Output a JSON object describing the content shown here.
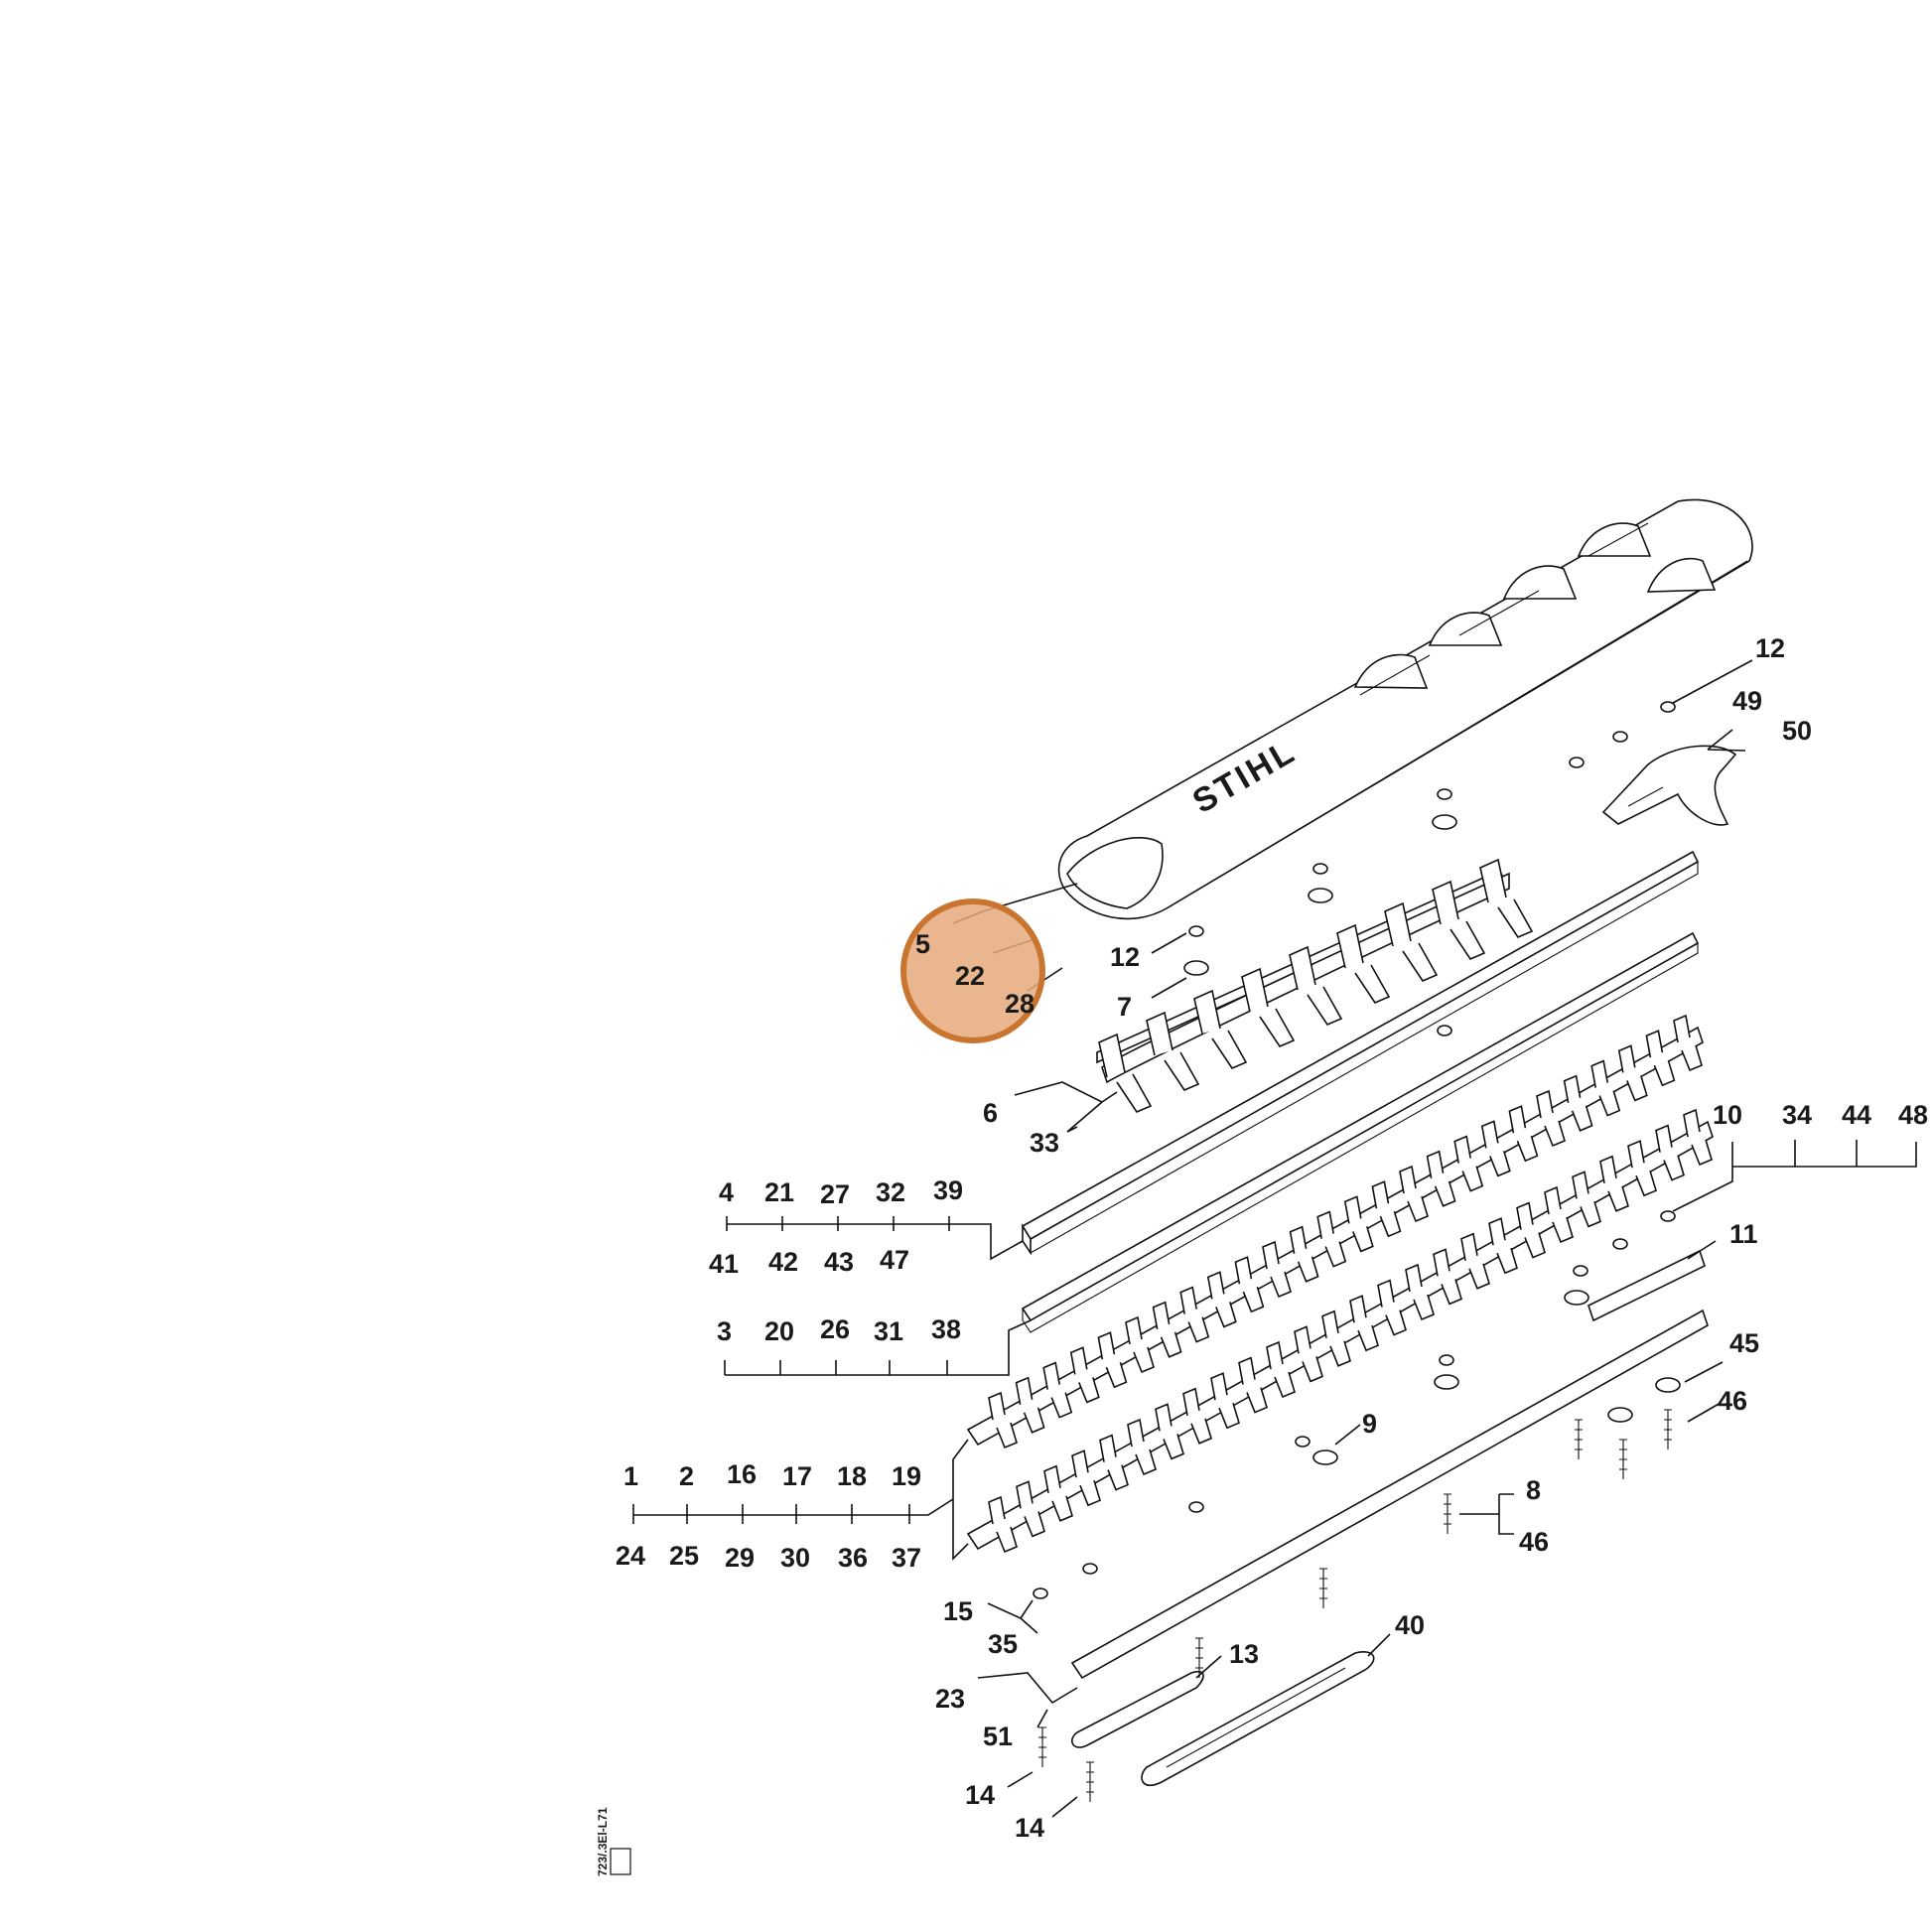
{
  "brand": "STIHL",
  "highlight_color": "#e5a97b",
  "highlight_stroke": "#c9742f",
  "drawing_code": "723/.3El-L71",
  "callouts": [
    {
      "id": "c12a",
      "text": "12"
    },
    {
      "id": "c49",
      "text": "49"
    },
    {
      "id": "c50",
      "text": "50"
    },
    {
      "id": "c5",
      "text": "5"
    },
    {
      "id": "c22",
      "text": "22"
    },
    {
      "id": "c28",
      "text": "28"
    },
    {
      "id": "c12b",
      "text": "12"
    },
    {
      "id": "c7",
      "text": "7"
    },
    {
      "id": "c6",
      "text": "6"
    },
    {
      "id": "c33",
      "text": "33"
    },
    {
      "id": "c10",
      "text": "10"
    },
    {
      "id": "c34",
      "text": "34"
    },
    {
      "id": "c44",
      "text": "44"
    },
    {
      "id": "c48",
      "text": "48"
    },
    {
      "id": "c4",
      "text": "4"
    },
    {
      "id": "c21",
      "text": "21"
    },
    {
      "id": "c27",
      "text": "27"
    },
    {
      "id": "c32",
      "text": "32"
    },
    {
      "id": "c39",
      "text": "39"
    },
    {
      "id": "c41",
      "text": "41"
    },
    {
      "id": "c42",
      "text": "42"
    },
    {
      "id": "c43",
      "text": "43"
    },
    {
      "id": "c47",
      "text": "47"
    },
    {
      "id": "c11",
      "text": "11"
    },
    {
      "id": "c3",
      "text": "3"
    },
    {
      "id": "c20",
      "text": "20"
    },
    {
      "id": "c26",
      "text": "26"
    },
    {
      "id": "c31",
      "text": "31"
    },
    {
      "id": "c38",
      "text": "38"
    },
    {
      "id": "c45",
      "text": "45"
    },
    {
      "id": "c46a",
      "text": "46"
    },
    {
      "id": "c9",
      "text": "9"
    },
    {
      "id": "c1",
      "text": "1"
    },
    {
      "id": "c2",
      "text": "2"
    },
    {
      "id": "c16",
      "text": "16"
    },
    {
      "id": "c17",
      "text": "17"
    },
    {
      "id": "c18",
      "text": "18"
    },
    {
      "id": "c19",
      "text": "19"
    },
    {
      "id": "c24",
      "text": "24"
    },
    {
      "id": "c25",
      "text": "25"
    },
    {
      "id": "c29",
      "text": "29"
    },
    {
      "id": "c30",
      "text": "30"
    },
    {
      "id": "c36",
      "text": "36"
    },
    {
      "id": "c37",
      "text": "37"
    },
    {
      "id": "c8",
      "text": "8"
    },
    {
      "id": "c46b",
      "text": "46"
    },
    {
      "id": "c15",
      "text": "15"
    },
    {
      "id": "c35",
      "text": "35"
    },
    {
      "id": "c40",
      "text": "40"
    },
    {
      "id": "c13",
      "text": "13"
    },
    {
      "id": "c23",
      "text": "23"
    },
    {
      "id": "c51",
      "text": "51"
    },
    {
      "id": "c14a",
      "text": "14"
    },
    {
      "id": "c14b",
      "text": "14"
    }
  ]
}
